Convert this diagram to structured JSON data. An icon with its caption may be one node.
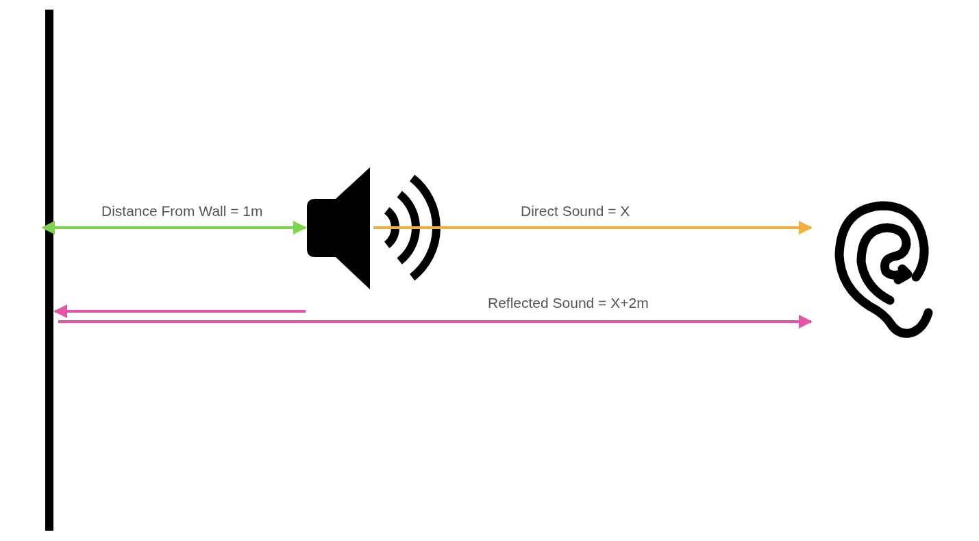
{
  "diagram": {
    "nodes": [
      {
        "text": [],
        "shape": "bar"
      },
      {
        "text": [],
        "shape": "picture"
      },
      {
        "text": [],
        "shape": "picture"
      }
    ],
    "edges": [
      {
        "from": 0,
        "to": 1,
        "arrow": "both",
        "label": "Distance From Wall = 1m",
        "color": "#7ed44f"
      },
      {
        "from": 1,
        "to": 2,
        "arrow": "to",
        "label": "Direct Sound = X",
        "color": "#efb03d"
      },
      {
        "from": 1,
        "to": 0,
        "arrow": "to",
        "color": "#e356a6"
      },
      {
        "from": 0,
        "to": 2,
        "arrow": "to",
        "label": "Reflected Sound = X+2m",
        "color": "#e356a6"
      }
    ]
  }
}
